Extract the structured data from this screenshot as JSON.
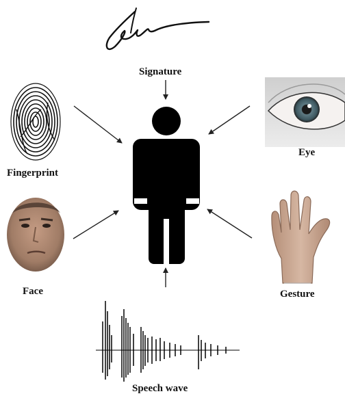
{
  "labels": {
    "signature": "Signature",
    "fingerprint": "Fingerprint",
    "eye": "Eye",
    "face": "Face",
    "gesture": "Gesture",
    "speech": "Speech wave"
  },
  "icons": {
    "center": "person-icon",
    "signature": "signature-icon",
    "fingerprint": "fingerprint-icon",
    "eye": "eye-icon",
    "face": "face-icon",
    "gesture": "hand-icon",
    "speech": "waveform-icon"
  },
  "colors": {
    "figure": "#000000",
    "arrow": "#222222",
    "iris": "#4d6a72",
    "skin": "#c9a58e",
    "face_bg": "#8c6e5c"
  }
}
